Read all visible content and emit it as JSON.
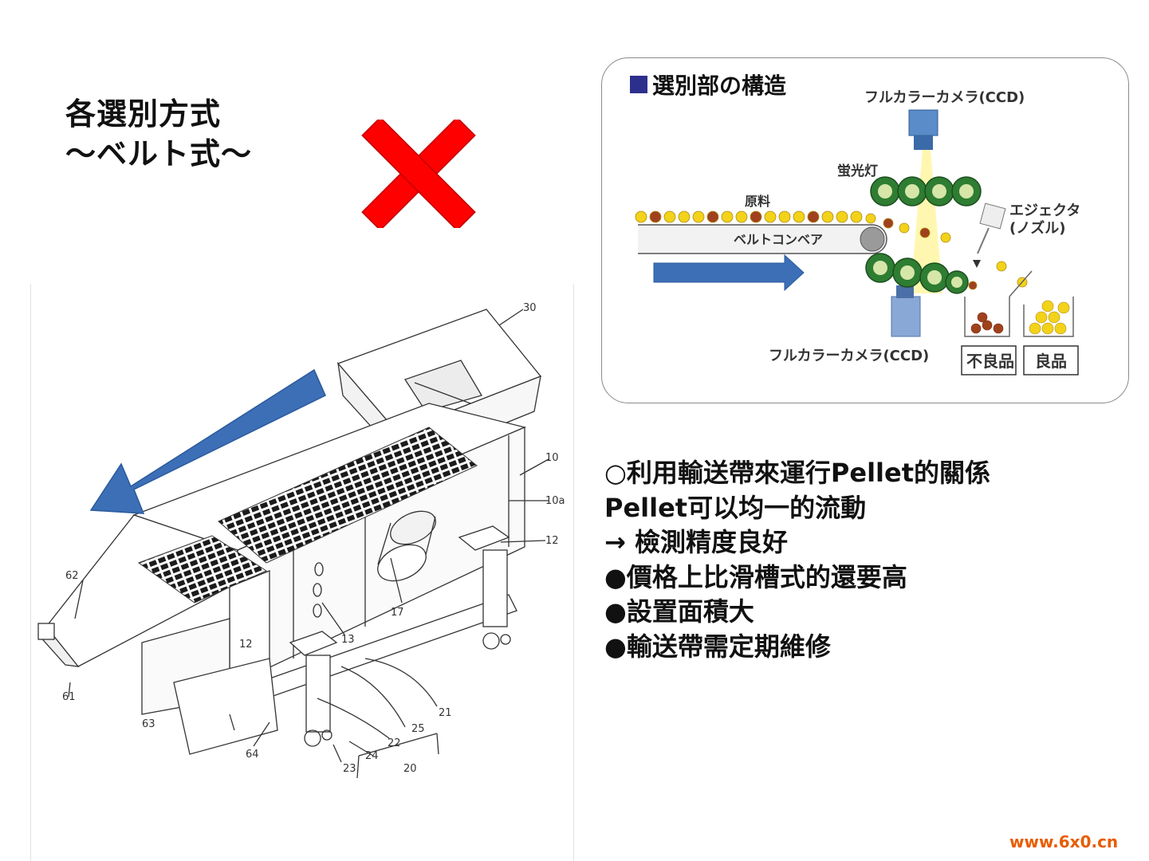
{
  "title": {
    "line1": "各選別方式",
    "line2": "～ベルト式～"
  },
  "colors": {
    "red_x": "#ff0000",
    "arrow_blue": "#3c6fb6",
    "title_square": "#2d2f8c",
    "roller_green": "#2e7d32",
    "pellet_yellow": "#f3d21a",
    "pellet_brown": "#a0411e",
    "watermark": "#e85c00"
  },
  "drawing": {
    "numbers": [
      "30",
      "10",
      "10a",
      "12",
      "62",
      "17",
      "13",
      "12",
      "61",
      "63",
      "64",
      "21",
      "25",
      "22",
      "24",
      "23",
      "20"
    ]
  },
  "structure": {
    "title": "選別部の構造",
    "camera_top": "フルカラーカメラ(CCD)",
    "lamp": "蛍光灯",
    "material": "原料",
    "ejector_line1": "エジェクタ",
    "ejector_line2": "(ノズル)",
    "conveyor": "ベルトコンベア",
    "camera_bottom": "フルカラーカメラ(CCD)",
    "reject_bin": "不良品",
    "good_bin": "良品"
  },
  "bullets": [
    "○利用輸送帶來運行Pellet的關係",
    "Pellet可以均一的流動",
    "→ 檢測精度良好",
    "●價格上比滑槽式的還要高",
    "●設置面積大",
    "●輸送帶需定期維修"
  ],
  "watermark": "www.6x0.cn"
}
